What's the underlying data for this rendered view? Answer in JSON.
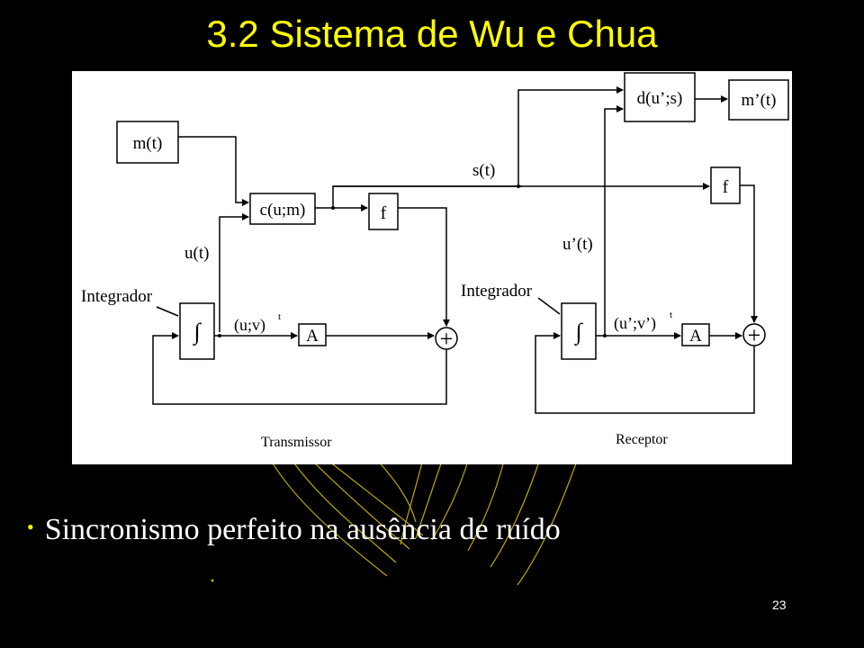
{
  "title": "3.2 Sistema de  Wu e Chua",
  "diagram": {
    "labels": {
      "m_t": "m(t)",
      "c_um": "c(u;m)",
      "f_tx": "f",
      "u_t": "u(t)",
      "integrador_tx": "Integrador",
      "uv_tx": "(u;v)",
      "uv_tx_sup": "t",
      "A_tx": "A",
      "s_t": "s(t)",
      "d_us": "d(u’;s)",
      "m_prime_t": "m’(t)",
      "f_rx": "f",
      "u_prime_t": "u’(t)",
      "integrador_rx": "Integrador",
      "uv_rx": "(u’;v’)",
      "uv_rx_sup": "t",
      "A_rx": "A",
      "transmissor": "Transmissor",
      "receptor": "Receptor",
      "sum_symbol": "+",
      "integral_symbol": "∫"
    }
  },
  "bullets": [
    "Sincronismo perfeito na ausência de ruído"
  ],
  "page_number": "23",
  "colors": {
    "background": "#000000",
    "title": "#ffff00",
    "bullet_marker": "#ffff00",
    "text": "#ffffff",
    "decoration": "#c8b400"
  }
}
